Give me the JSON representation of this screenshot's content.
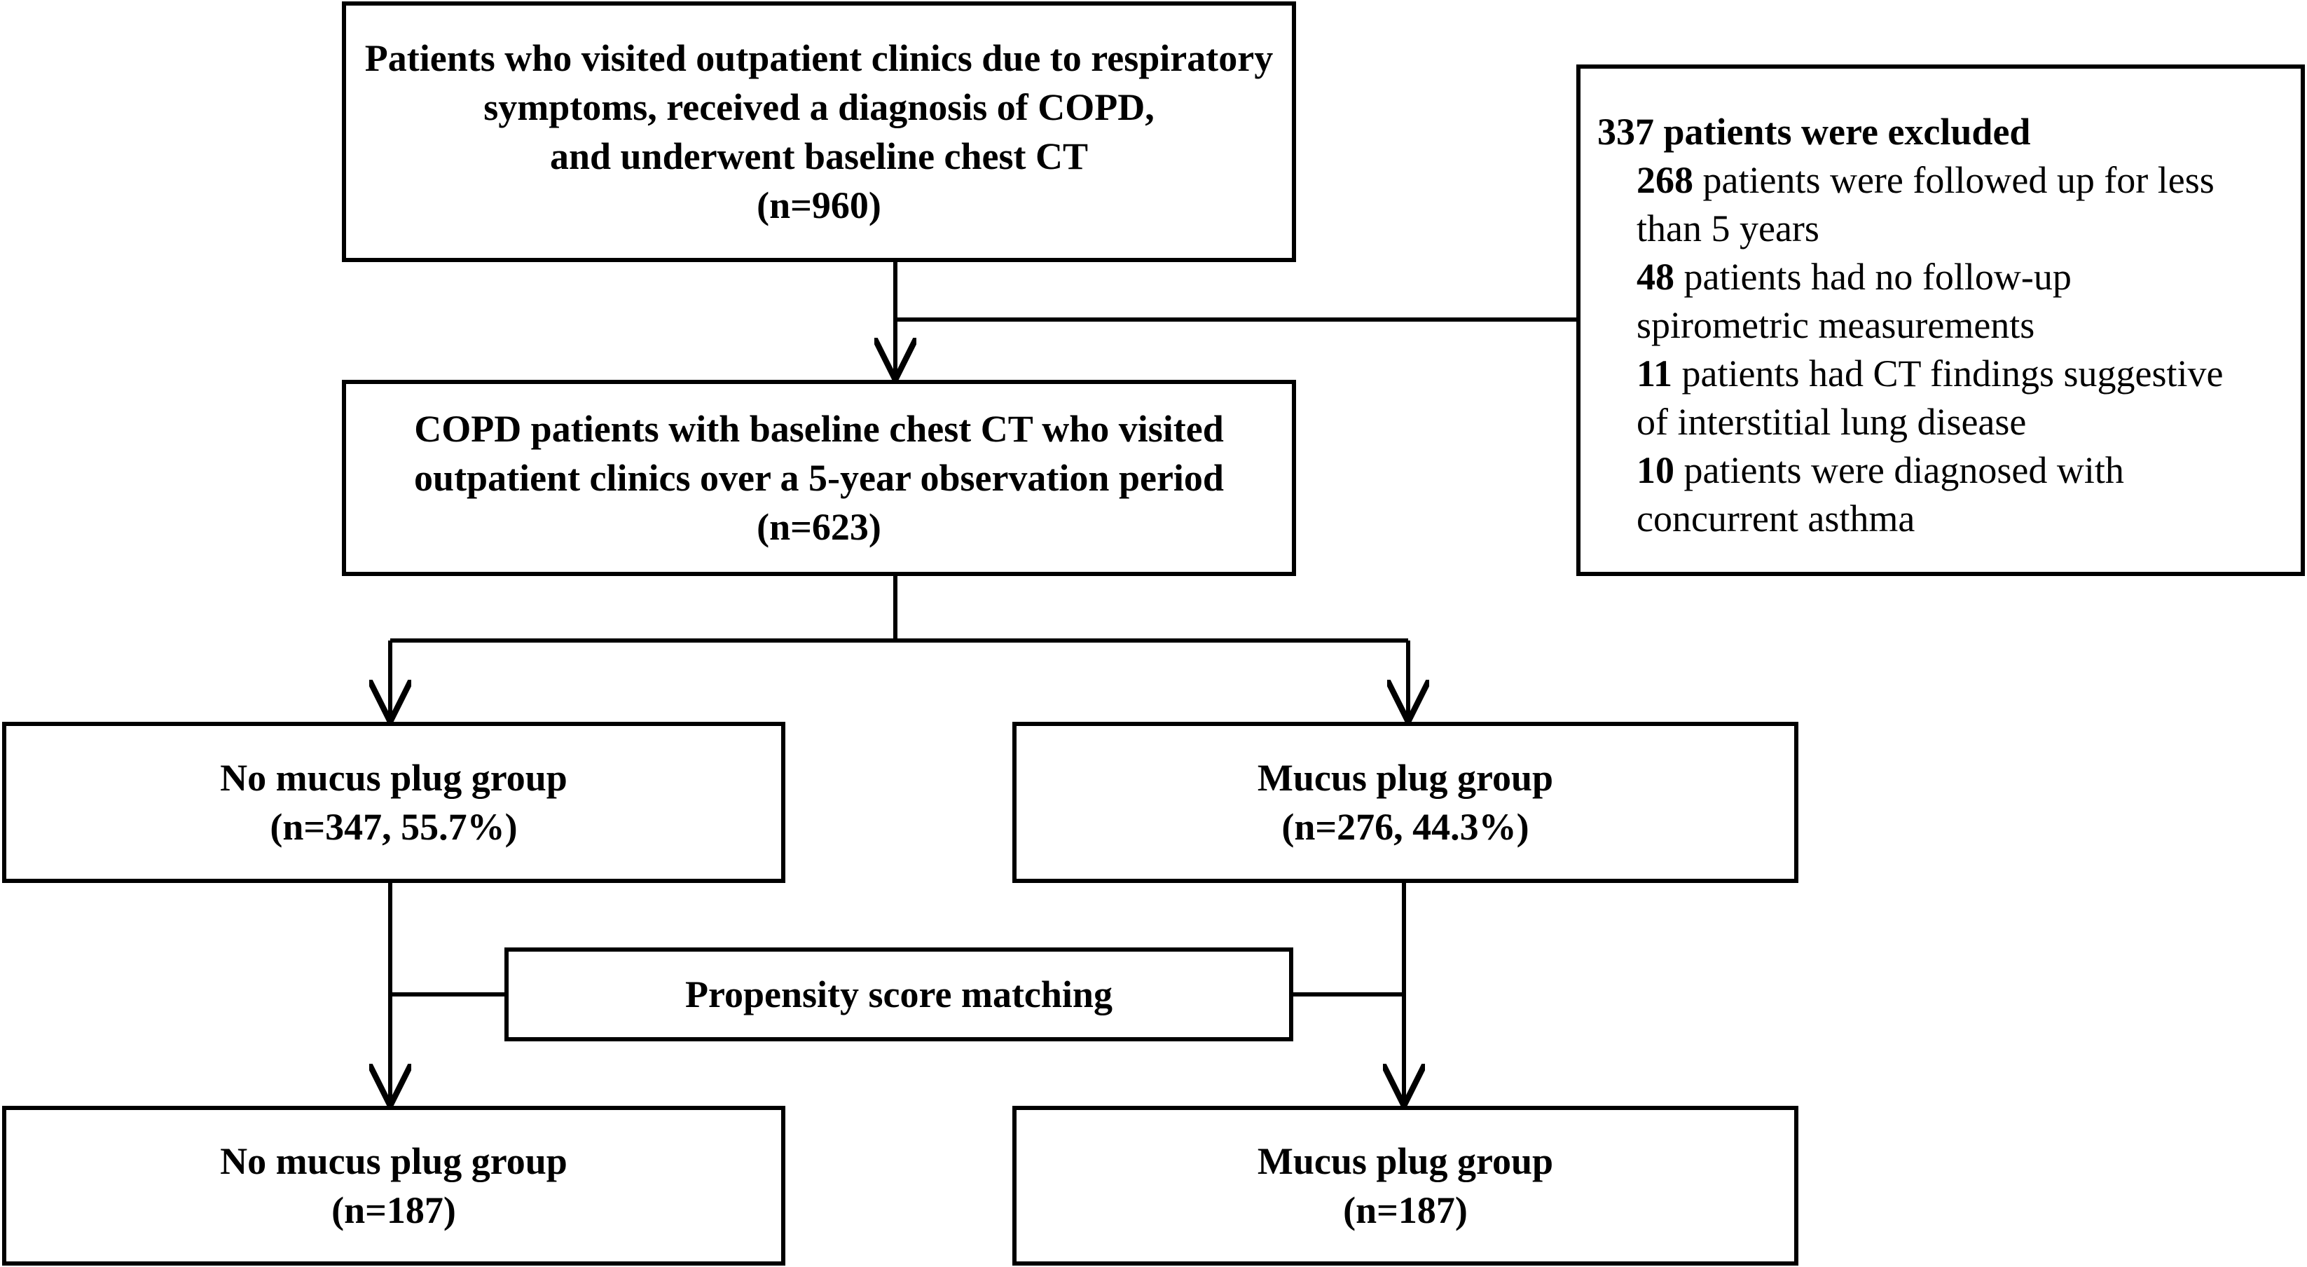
{
  "boxes": {
    "top": {
      "lines": [
        "Patients who visited outpatient clinics due to respiratory",
        "symptoms, received a diagnosis of COPD,",
        "and underwent baseline chest CT",
        "(n=960)"
      ]
    },
    "excluded": {
      "title": "337 patients were excluded",
      "items": [
        {
          "count": "268",
          "line1": " patients were followed up for less",
          "line2": "than 5 years"
        },
        {
          "count": "48",
          "line1": " patients had no follow-up",
          "line2": "spirometric measurements"
        },
        {
          "count": "11",
          "line1": " patients had CT findings suggestive",
          "line2": "of interstitial lung disease"
        },
        {
          "count": "10",
          "line1": " patients were diagnosed with",
          "line2": "concurrent asthma"
        }
      ]
    },
    "middle": {
      "lines": [
        "COPD patients with baseline chest CT who visited",
        "outpatient clinics over a 5-year observation period",
        "(n=623)"
      ]
    },
    "no_plug_pre": {
      "label": "No mucus plug group",
      "n": "(n=347, 55.7%)"
    },
    "plug_pre": {
      "label": "Mucus plug group",
      "n": "(n=276, 44.3%)"
    },
    "psm": {
      "label": "Propensity score matching"
    },
    "no_plug_post": {
      "label": "No mucus plug group",
      "n": "(n=187)"
    },
    "plug_post": {
      "label": "Mucus plug group",
      "n": "(n=187)"
    }
  }
}
